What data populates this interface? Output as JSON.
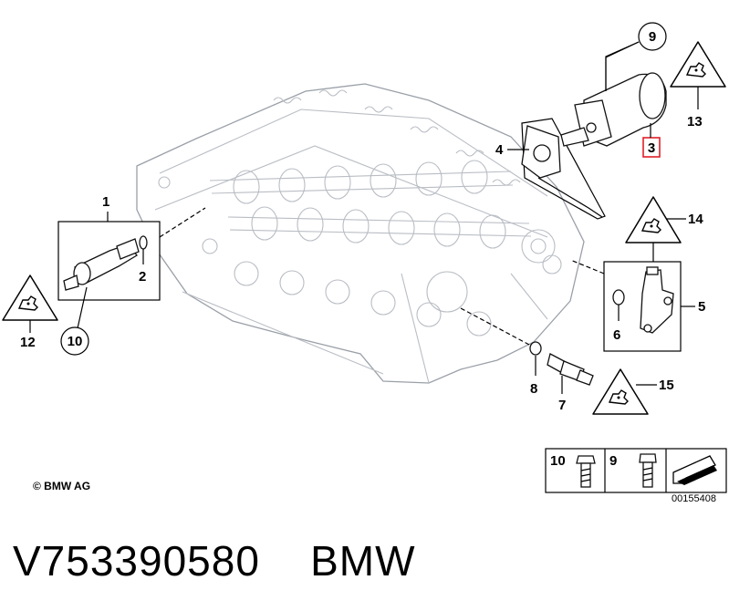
{
  "callouts": {
    "c1": "1",
    "c2": "2",
    "c3": "3",
    "c4": "4",
    "c5": "5",
    "c6": "6",
    "c7": "7",
    "c8": "8",
    "c9": "9",
    "c10": "10",
    "c12": "12",
    "c13": "13",
    "c14": "14",
    "c15": "15"
  },
  "legend": {
    "bolt_label": "10",
    "screw_label": "9"
  },
  "copyright": "© BMW AG",
  "reference_number": "00155408",
  "footer": {
    "part_number": "V753390580",
    "brand": "BMW"
  },
  "colors": {
    "line_art": "#b9bdc4",
    "highlight_box": "#e0202a",
    "text": "#000000"
  },
  "icons": [
    "warning-triangle-sensor-icon",
    "hex-bolt-icon",
    "torx-screw-icon",
    "arrow-icon"
  ]
}
